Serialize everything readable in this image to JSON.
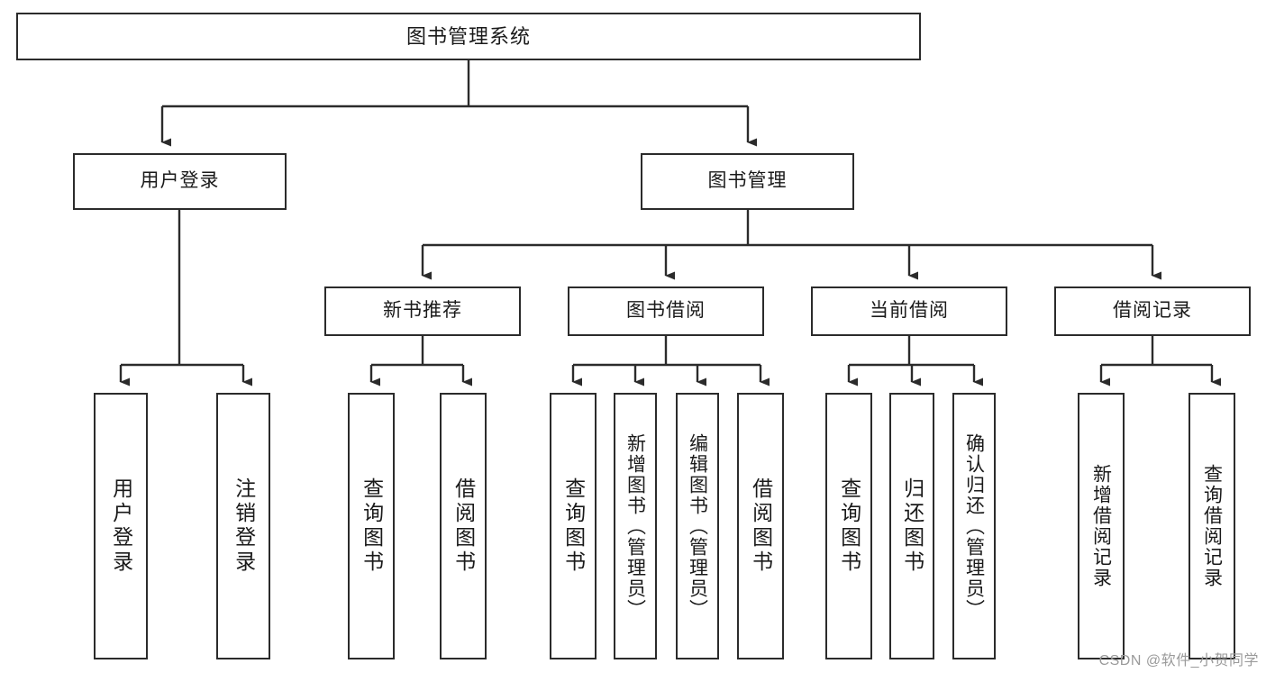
{
  "diagram": {
    "title": "图书管理系统",
    "type": "tree-hierarchy-chart",
    "colors": {
      "box_border": "#2b2b2b",
      "box_fill": "#ffffff",
      "edge": "#2b2b2b",
      "text": "#1a1a1a",
      "watermark": "#9a9a9a",
      "background": "#ffffff"
    },
    "root": {
      "label": "图书管理系统"
    },
    "level1": [
      {
        "label": "用户登录"
      },
      {
        "label": "图书管理"
      }
    ],
    "level2": [
      {
        "label": "新书推荐"
      },
      {
        "label": "图书借阅"
      },
      {
        "label": "当前借阅"
      },
      {
        "label": "借阅记录"
      }
    ],
    "leaves": {
      "user_login": [
        {
          "label": "用户登录"
        },
        {
          "label": "注销登录"
        }
      ],
      "new_book_recommend": [
        {
          "label": "查询图书"
        },
        {
          "label": "借阅图书"
        }
      ],
      "book_borrow": [
        {
          "label": "查询图书"
        },
        {
          "label": "新增图书（管理员）"
        },
        {
          "label": "编辑图书（管理员）"
        },
        {
          "label": "借阅图书"
        }
      ],
      "current_borrow": [
        {
          "label": "查询图书"
        },
        {
          "label": "归还图书"
        },
        {
          "label": "确认归还（管理员）"
        }
      ],
      "borrow_record": [
        {
          "label": "新增借阅记录"
        },
        {
          "label": "查询借阅记录"
        }
      ]
    }
  },
  "watermark": {
    "text": "CSDN @软件_小贺同学"
  }
}
